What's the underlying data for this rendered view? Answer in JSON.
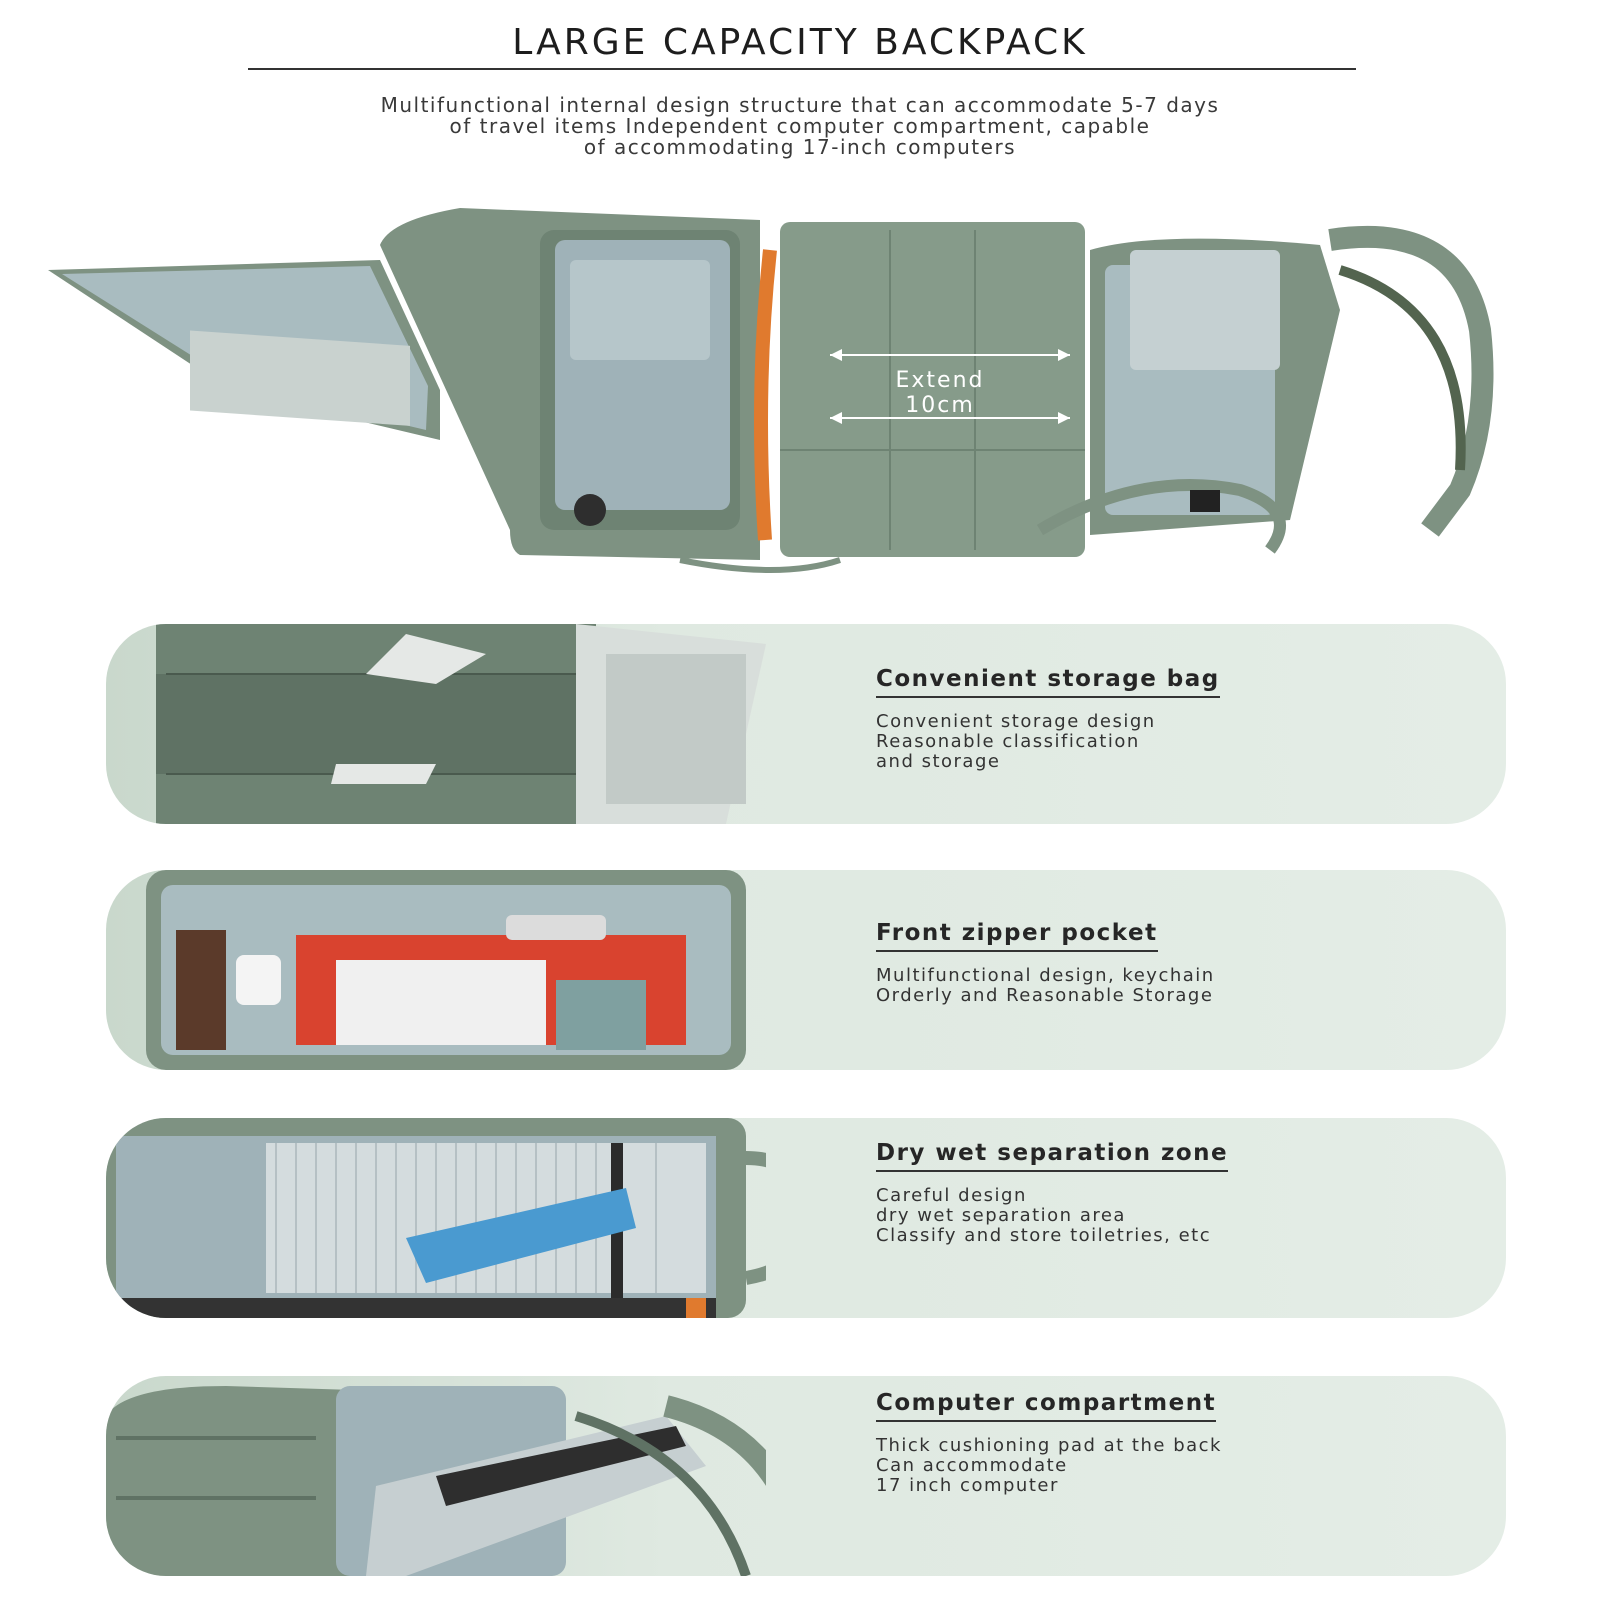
{
  "header": {
    "title": "LARGE CAPACITY BACKPACK",
    "intro_lines": [
      "Multifunctional internal design structure that can accommodate 5-7 days",
      "of travel items Independent computer compartment, capable",
      "of accommodating 17-inch computers"
    ]
  },
  "hero": {
    "extend_label_line1": "Extend",
    "extend_label_line2": "10cm"
  },
  "features": [
    {
      "heading": "Convenient storage bag",
      "lines": [
        "Convenient storage design",
        "Reasonable classification",
        "and storage"
      ]
    },
    {
      "heading": "Front zipper pocket",
      "lines": [
        "Multifunctional design, keychain",
        "Orderly and Reasonable Storage"
      ]
    },
    {
      "heading": "Dry wet separation zone",
      "lines": [
        "Careful design",
        "dry wet separation area",
        "Classify and store toiletries, etc"
      ]
    },
    {
      "heading": "Computer compartment",
      "lines": [
        "Thick cushioning pad at the back",
        "Can accommodate",
        "17 inch computer"
      ]
    }
  ],
  "colors": {
    "bag_green": "#7e9282",
    "bag_dark": "#5f7264",
    "lining_blue": "#9fb2b8",
    "accent_orange": "#e07a2e",
    "panel_bg": "#dfe9e1"
  }
}
